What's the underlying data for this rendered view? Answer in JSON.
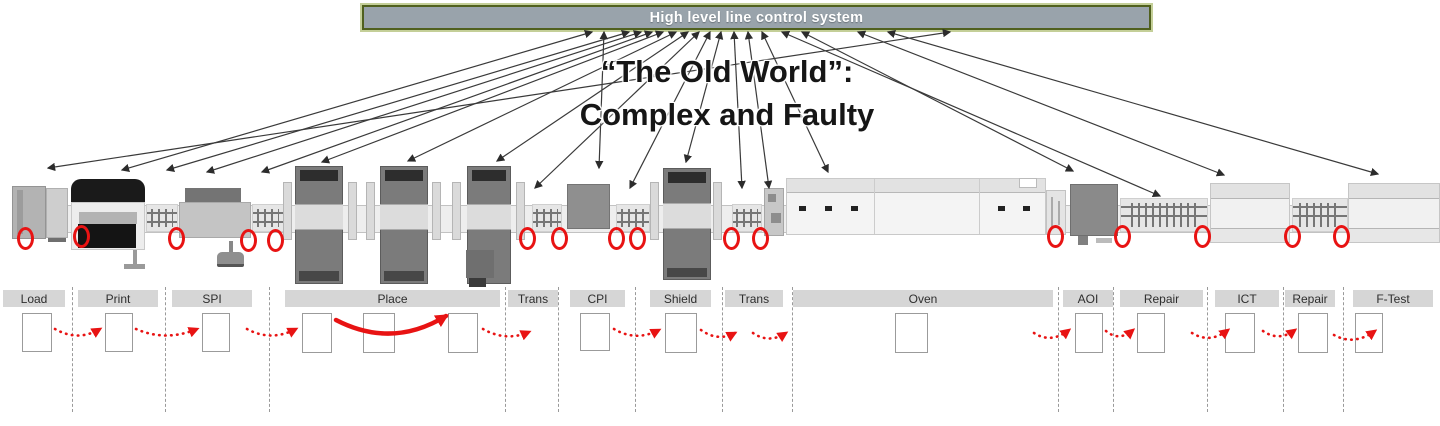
{
  "control_system": {
    "label": "High level line control system"
  },
  "title": {
    "line1": "“The Old World”:",
    "line2": "Complex and Faulty"
  },
  "stations": [
    {
      "label": "Load"
    },
    {
      "label": "Print"
    },
    {
      "label": "SPI"
    },
    {
      "label": "Place"
    },
    {
      "label": "Trans"
    },
    {
      "label": "CPI"
    },
    {
      "label": "Shield"
    },
    {
      "label": "Trans"
    },
    {
      "label": "Oven"
    },
    {
      "label": "AOI"
    },
    {
      "label": "Repair"
    },
    {
      "label": "ICT"
    },
    {
      "label": "Repair"
    },
    {
      "label": "F-Test"
    }
  ],
  "markers": {
    "red_circle_count": 16
  },
  "colors": {
    "accent_red": "#e81313",
    "control_box_fill": "#99a3ab",
    "control_box_border": "#50601e",
    "arrow": "#3a3a3a",
    "station_bar": "#d6d6d6"
  }
}
